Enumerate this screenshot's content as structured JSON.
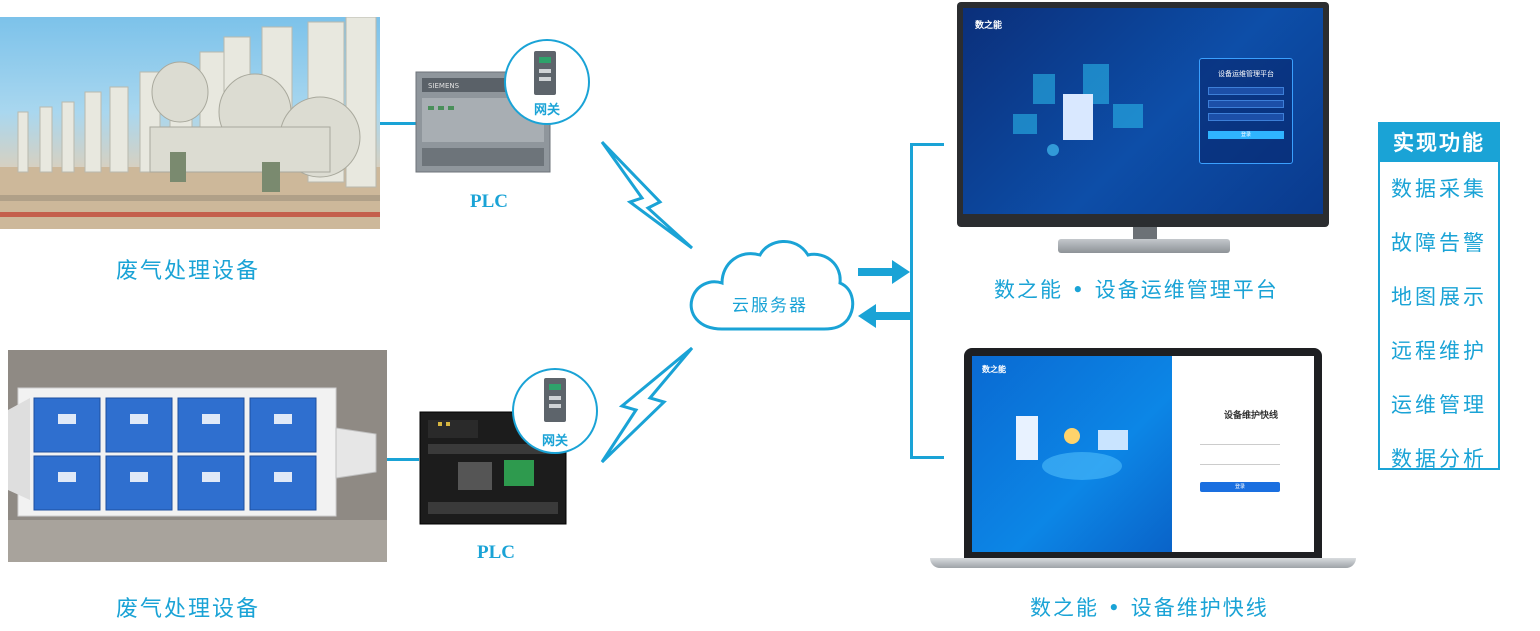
{
  "devices": [
    {
      "label": "废气处理设备",
      "plc_label": "PLC",
      "gateway_label": "网关"
    },
    {
      "label": "废气处理设备",
      "plc_label": "PLC",
      "gateway_label": "网关"
    }
  ],
  "cloud": {
    "label": "云服务器"
  },
  "platforms": {
    "desktop": {
      "caption": "数之能 • 设备运维管理平台",
      "brand": "数之能",
      "login_title": "设备运维管理平台",
      "login_button": "登录"
    },
    "laptop": {
      "caption": "数之能 • 设备维护快线",
      "brand": "数之能",
      "login_title": "设备维护快线",
      "login_button": "登录"
    }
  },
  "functions": {
    "title": "实现功能",
    "items": [
      "数据采集",
      "故障告警",
      "地图展示",
      "远程维护",
      "运维管理",
      "数据分析"
    ]
  },
  "colors": {
    "accent": "#1aa3d6",
    "screen_bg": "#0c3f8f",
    "laptop_bg": "#0a78d8"
  }
}
